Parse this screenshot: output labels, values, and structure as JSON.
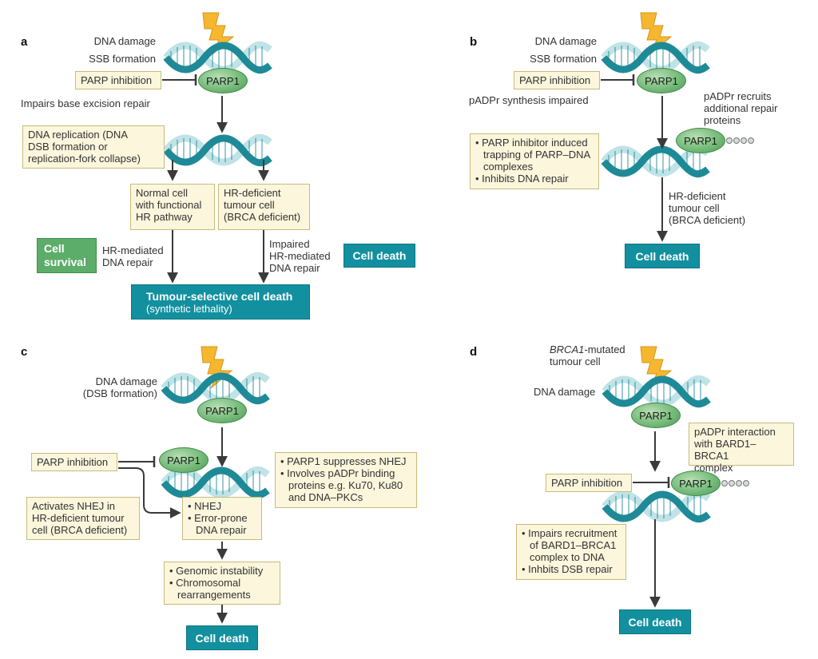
{
  "panels": {
    "a": {
      "label": "a",
      "dna_damage": "DNA damage",
      "ssb_formation": "SSB formation",
      "parp_inhibition": "PARP inhibition",
      "parp1": "PARP1",
      "impairs_ber": "Impairs base excision repair",
      "replication_lines": [
        "DNA replication (DNA",
        "DSB formation or",
        "replication-fork collapse)"
      ],
      "normal_cell_lines": [
        "Normal cell",
        "with functional",
        "HR pathway"
      ],
      "hr_deficient_lines": [
        "HR-deficient",
        "tumour cell",
        "(BRCA deficient)"
      ],
      "cell_survival_lines": [
        "Cell",
        "survival"
      ],
      "hr_repair_lines": [
        "HR-mediated",
        "DNA repair"
      ],
      "impaired_hr_lines": [
        "Impaired",
        "HR-mediated",
        "DNA repair"
      ],
      "cell_death": "Cell death",
      "tumour_selective": "Tumour-selective cell death",
      "synthetic_lethality": "(synthetic lethality)"
    },
    "b": {
      "label": "b",
      "dna_damage": "DNA damage",
      "ssb_formation": "SSB formation",
      "parp_inhibition": "PARP inhibition",
      "parp1": "PARP1",
      "padpr_impaired": "pADPr synthesis impaired",
      "padpr_recruits_lines": [
        "pADPr recruits",
        "additional repair",
        "proteins"
      ],
      "parp1_trapped": "PARP1",
      "trapping_bullets": [
        "PARP inhibitor induced trapping of PARP–DNA complexes",
        "Inhibits DNA repair"
      ],
      "hr_deficient_lines": [
        "HR-deficient",
        "tumour cell",
        "(BRCA deficient)"
      ],
      "cell_death": "Cell death"
    },
    "c": {
      "label": "c",
      "dna_damage_lines": [
        "DNA damage",
        "(DSB formation)"
      ],
      "parp1_top": "PARP1",
      "parp_inhibition": "PARP inhibition",
      "parp1_inhibited": "PARP1",
      "suppress_bullets": [
        "PARP1 suppresses NHEJ",
        "Involves pADPr binding proteins e.g. Ku70, Ku80 and DNA–PKCs"
      ],
      "activates_lines": [
        "Activates NHEJ in",
        "HR-deficient tumour",
        "cell (BRCA deficient)"
      ],
      "nhej_bullets": [
        "NHEJ",
        "Error-prone DNA repair"
      ],
      "genomic_bullets": [
        "Genomic instability",
        "Chromosomal rearrangements"
      ],
      "cell_death": "Cell death"
    },
    "d": {
      "label": "d",
      "brca1_italic": "BRCA1",
      "brca1_rest": "-mutated",
      "tumour_cell": "tumour cell",
      "dna_damage": "DNA damage",
      "parp1_top": "PARP1",
      "interaction_lines": [
        "pADPr interaction",
        "with BARD1–BRCA1",
        "complex"
      ],
      "parp_inhibition": "PARP inhibition",
      "parp1_inhibited": "PARP1",
      "impairs_bullets": [
        "Impairs recruitment of BARD1–BRCA1 complex to DNA",
        "Inhbits DSB repair"
      ],
      "cell_death": "Cell death"
    }
  },
  "colors": {
    "dna_dark": "#1f8a97",
    "dna_light": "#bfe3e6",
    "bolt": "#f5b730",
    "teal_box": "#12909f",
    "green_box": "#5cad6a",
    "yellow_box": "#fbf6dc",
    "arrow": "#3a3a3a"
  }
}
